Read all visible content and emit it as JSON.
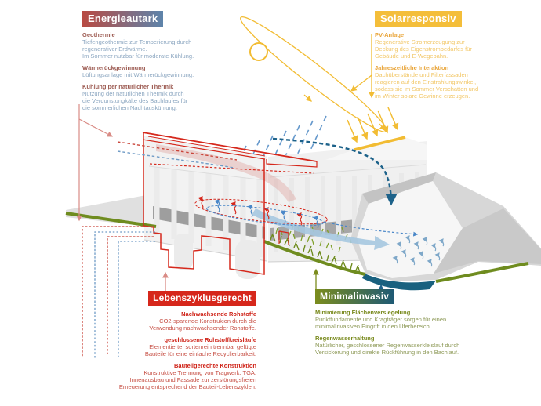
{
  "sections": {
    "energieautark": {
      "title": "Energieautark",
      "items": [
        {
          "heading": "Geothermie",
          "body": "Tiefengeothermie zur Temperierung durch\nregenerativer Erdwärme.\nIm Sommer nutzbar für moderate Kühlung."
        },
        {
          "heading": "Wärmerückgewinnung",
          "body": "Lüftungsanlage mit Wärmerückgewinnung."
        },
        {
          "heading": "Kühlung per natürlicher Thermik",
          "body": "Nutzung der natürlichen Thermik durch\ndie Verdunstungkälte des Bachlaufes für\ndie sommerlichen Nachtauskühlung."
        }
      ]
    },
    "solarresponsiv": {
      "title": "Solarresponsiv",
      "items": [
        {
          "heading": "PV-Anlage",
          "body": "Regenerative Stromerzeugung zur\nDeckung des Eigenstrombedarfes für\nGebäude und E-Wegebahn."
        },
        {
          "heading": "Jahreszeitliche Interaktion",
          "body": "Dachüberstände und Filterfassaden\nreagieren auf den Einstrahlungswinkel,\nsodass sie im Sommer Verschatten und\nim Winter solare Gewinne erzeugen."
        }
      ]
    },
    "lebenszyklusgerecht": {
      "title": "Lebenszyklusgerecht",
      "items": [
        {
          "heading": "Nachwachsende Rohstoffe",
          "body": "CO2-sparende Konstrukion durch die\nVerwendung nachwachsender Rohstoffe."
        },
        {
          "heading": "geschlossene Rohstoffkreisläufe",
          "body": "Elementierte, sortenrein trennbar gefügte\nBauteile für eine einfache Recyclierbarkeit."
        },
        {
          "heading": "Bauteilgerechte Konstruktion",
          "body": "Konstruktive Trennung von Tragwerk, TGA,\nInnenausbau und Fassade zur zerstörungsfreien\nErneuerung entsprechend der Bauteil-Lebenszyklen."
        }
      ]
    },
    "minimalinvasiv": {
      "title": "Minimalinvasiv",
      "items": [
        {
          "heading": "Minimierung Flächenversiegelung",
          "body": "Punktfundamente und Kragträger sorgen für einen\nminimalinvasiven Eingriff in den Uferbereich."
        },
        {
          "heading": "Regenwasserhaltung",
          "body": "Natürlicher, geschlossener Regenwasserkleislauf durch\nVersickerung und direkte Rückführung in den Bachlauf."
        }
      ]
    }
  },
  "palette": {
    "accent_red": "#d5281c",
    "warm_red_heading": "#9c5a51",
    "cool_blue_body": "#8ba6c0",
    "yellow": "#f2bc33",
    "yellow_deep": "#e9a53a",
    "olive_green": "#7b8c1d",
    "teal": "#1f5a74",
    "water_blue": "#19617f",
    "stream_blue": "#a6c8e0",
    "pink_flow": "#d98b85",
    "rain_blue": "#6699cc",
    "dark_blue_pipe": "#1d628a"
  },
  "illustration": {
    "icons": [
      "sun-icon",
      "sun-path-icon",
      "rain-icon",
      "solar-rays-icon",
      "pv-panel-icon",
      "building-section-icon",
      "terrain-icon",
      "rock-hill-icon",
      "grass-icon",
      "water-icon",
      "stream-flow-icon",
      "evaporation-icon",
      "floor-heating-icon",
      "ventilation-flow-icon",
      "geothermal-pipes-icon",
      "rain-collection-icon",
      "label-arrow-icons"
    ]
  }
}
